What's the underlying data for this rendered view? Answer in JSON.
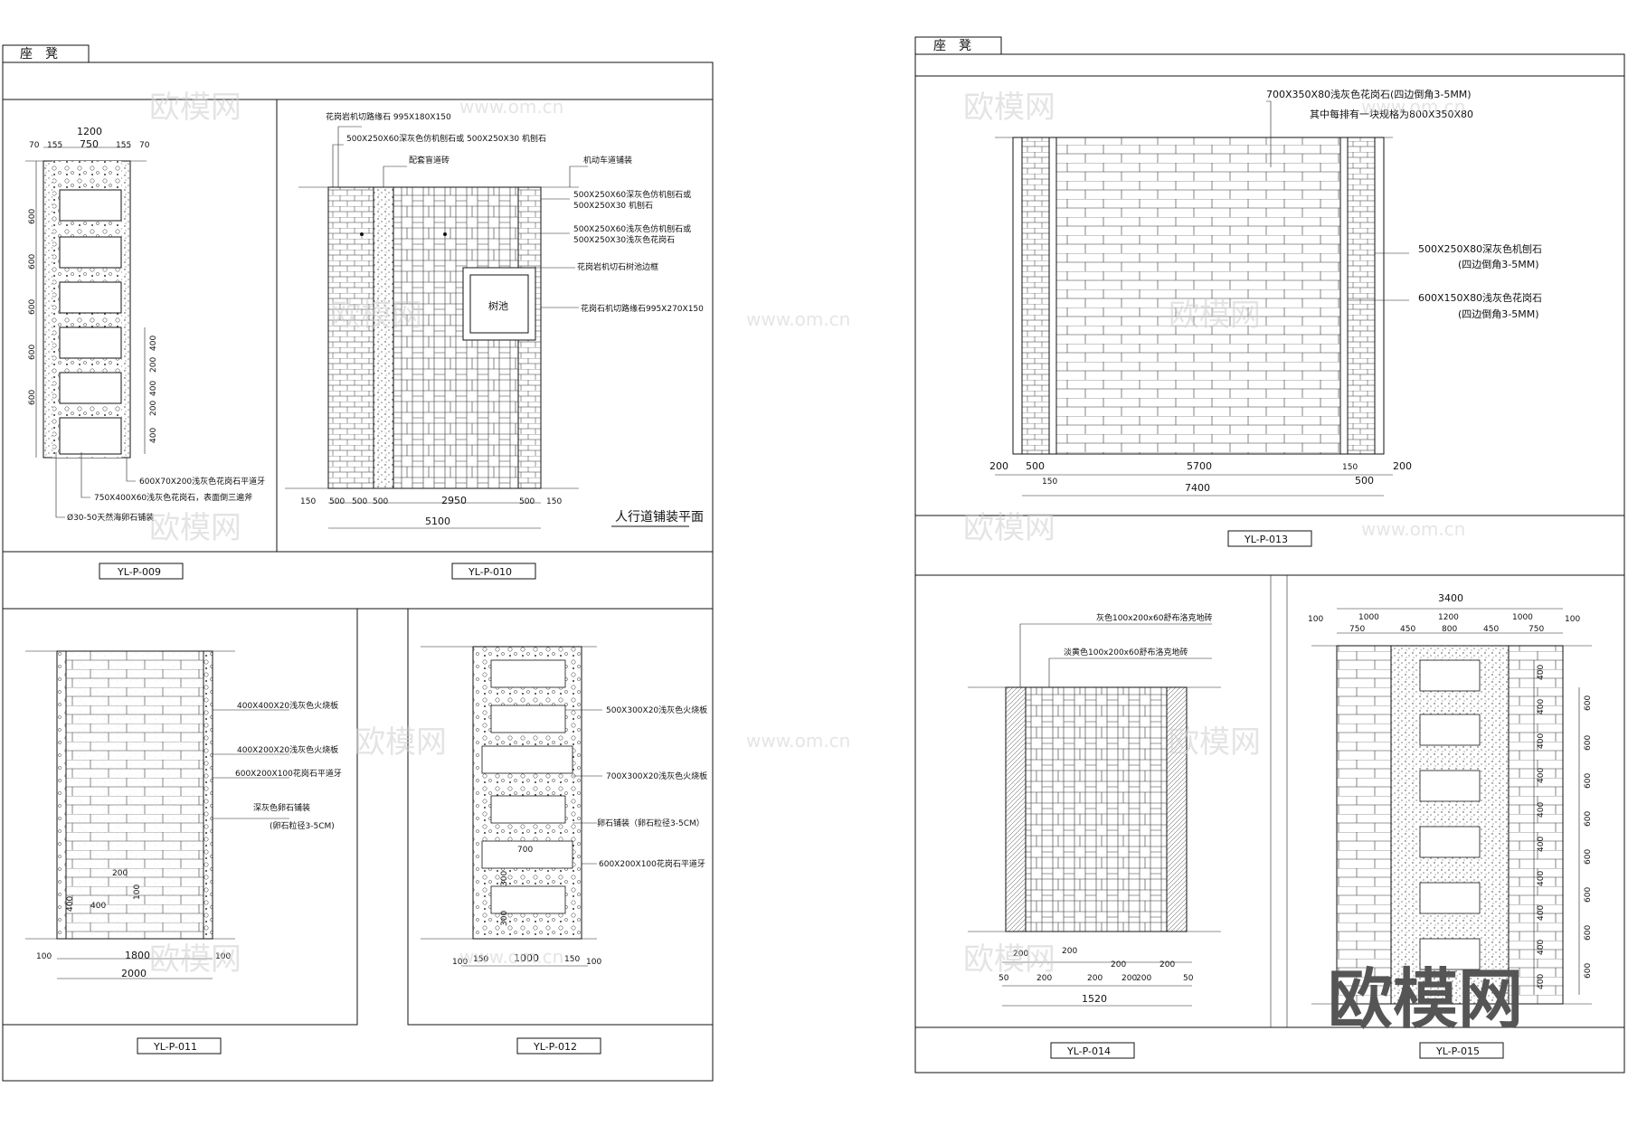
{
  "sheets": [
    {
      "title": "座　凳"
    },
    {
      "title": "座　凳"
    }
  ],
  "drawings": {
    "p009": {
      "code": "YL-P-009",
      "dims_top": [
        "1200",
        "70",
        "155",
        "750",
        "155",
        "70"
      ],
      "dims_left": [
        "600",
        "600",
        "600",
        "600",
        "600"
      ],
      "dims_right": [
        "400",
        "200",
        "400",
        "200",
        "400"
      ],
      "notes": [
        "600X70X200浅灰色花岗石平道牙",
        "750X400X60浅灰色花岗石，表面倒三遍斧",
        "Ø30-50天然海卵石铺装"
      ]
    },
    "p010": {
      "code": "YL-P-010",
      "title": "人行道铺装平面",
      "tree_label": "树池",
      "notes": [
        "花岗岩机切路缘石 995X180X150",
        "500X250X60深灰色仿机刨石或 500X250X30 机刨石",
        "配套盲道砖",
        "机动车道铺装",
        "500X250X60深灰色仿机刨石或",
        "500X250X30 机刨石",
        "500X250X60浅灰色仿机刨石或",
        "500X250X30浅灰色花岗石",
        "花岗岩机切石树池边框",
        "花岗石机切路缘石995X270X150"
      ],
      "dims_bottom": [
        "150",
        "500",
        "500",
        "500",
        "2950",
        "500",
        "150"
      ],
      "dim_total": "5100"
    },
    "p011": {
      "code": "YL-P-011",
      "notes": [
        "400X400X20浅灰色火烧板",
        "400X200X20浅灰色火烧板",
        "600X200X100花岗石平道牙",
        "深灰色卵石铺装",
        "(卵石粒径3-5CM)"
      ],
      "dims_inner": [
        "200",
        "400",
        "400",
        "100"
      ],
      "dims_bottom": [
        "100",
        "1800",
        "100"
      ],
      "dim_total": "2000"
    },
    "p012": {
      "code": "YL-P-012",
      "notes": [
        "500X300X20浅灰色火烧板",
        "700X300X20浅灰色火烧板",
        "卵石铺装（卵石粒径3-5CM）",
        "600X200X100花岗石平道牙"
      ],
      "dims_inner": [
        "700",
        "300",
        "300"
      ],
      "dims_bottom": [
        "100",
        "150",
        "1000",
        "150",
        "100"
      ]
    },
    "p013": {
      "code": "YL-P-013",
      "notes": [
        "700X350X80浅灰色花岗石(四边倒角3-5MM)",
        "其中每排有一块规格为800X350X80",
        "500X250X80深灰色机刨石",
        "(四边倒角3-5MM)",
        "600X150X80浅灰色花岗石",
        "(四边倒角3-5MM)"
      ],
      "dims_bottom": [
        "200",
        "500",
        "150",
        "5700",
        "150",
        "500",
        "200"
      ],
      "dim_total": "7400"
    },
    "p014": {
      "code": "YL-P-014",
      "notes": [
        "灰色100x200x60舒布洛克地砖",
        "淡黄色100x200x60舒布洛克地砖"
      ],
      "dims_bottom": [
        "200",
        "200",
        "50",
        "200",
        "200",
        "200",
        "200",
        "200",
        "200",
        "50"
      ],
      "dim_total": "1520"
    },
    "p015": {
      "code": "YL-P-015",
      "dims_top": [
        "3400",
        "100",
        "1000",
        "1200",
        "1000",
        "100",
        "750",
        "450",
        "800",
        "450",
        "750"
      ],
      "dims_inner": [
        "400",
        "400",
        "400",
        "400",
        "400",
        "400",
        "400",
        "400",
        "400",
        "400"
      ],
      "dims_right": [
        "600",
        "600",
        "600",
        "600",
        "600",
        "600",
        "600",
        "600"
      ]
    }
  },
  "watermarks": {
    "brand": "欧模网",
    "url": "www.om.cn",
    "logo": "欧模网"
  }
}
